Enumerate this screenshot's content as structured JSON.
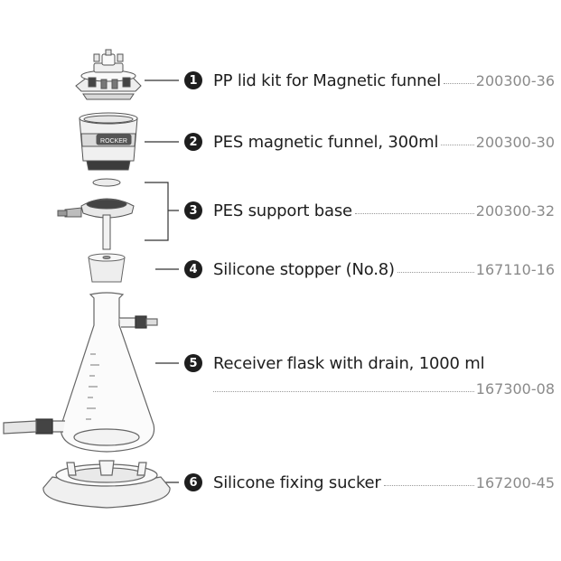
{
  "parts": [
    {
      "num": "1",
      "name": "PP lid kit for Magnetic funnel",
      "code": "200300-36"
    },
    {
      "num": "2",
      "name": "PES magnetic funnel, 300ml",
      "code": "200300-30"
    },
    {
      "num": "3",
      "name": "PES support base",
      "code": "200300-32"
    },
    {
      "num": "4",
      "name": "Silicone stopper (No.8)",
      "code": "167110-16"
    },
    {
      "num": "5",
      "name": "Receiver flask with drain, 1000 ml",
      "code": "167300-08"
    },
    {
      "num": "6",
      "name": "Silicone fixing sucker",
      "code": "167200-45"
    }
  ],
  "funnel_band_text": "ROCKER",
  "colors": {
    "ink": "#1e1e1e",
    "code": "#8a8a8a",
    "leader": "#333333"
  }
}
